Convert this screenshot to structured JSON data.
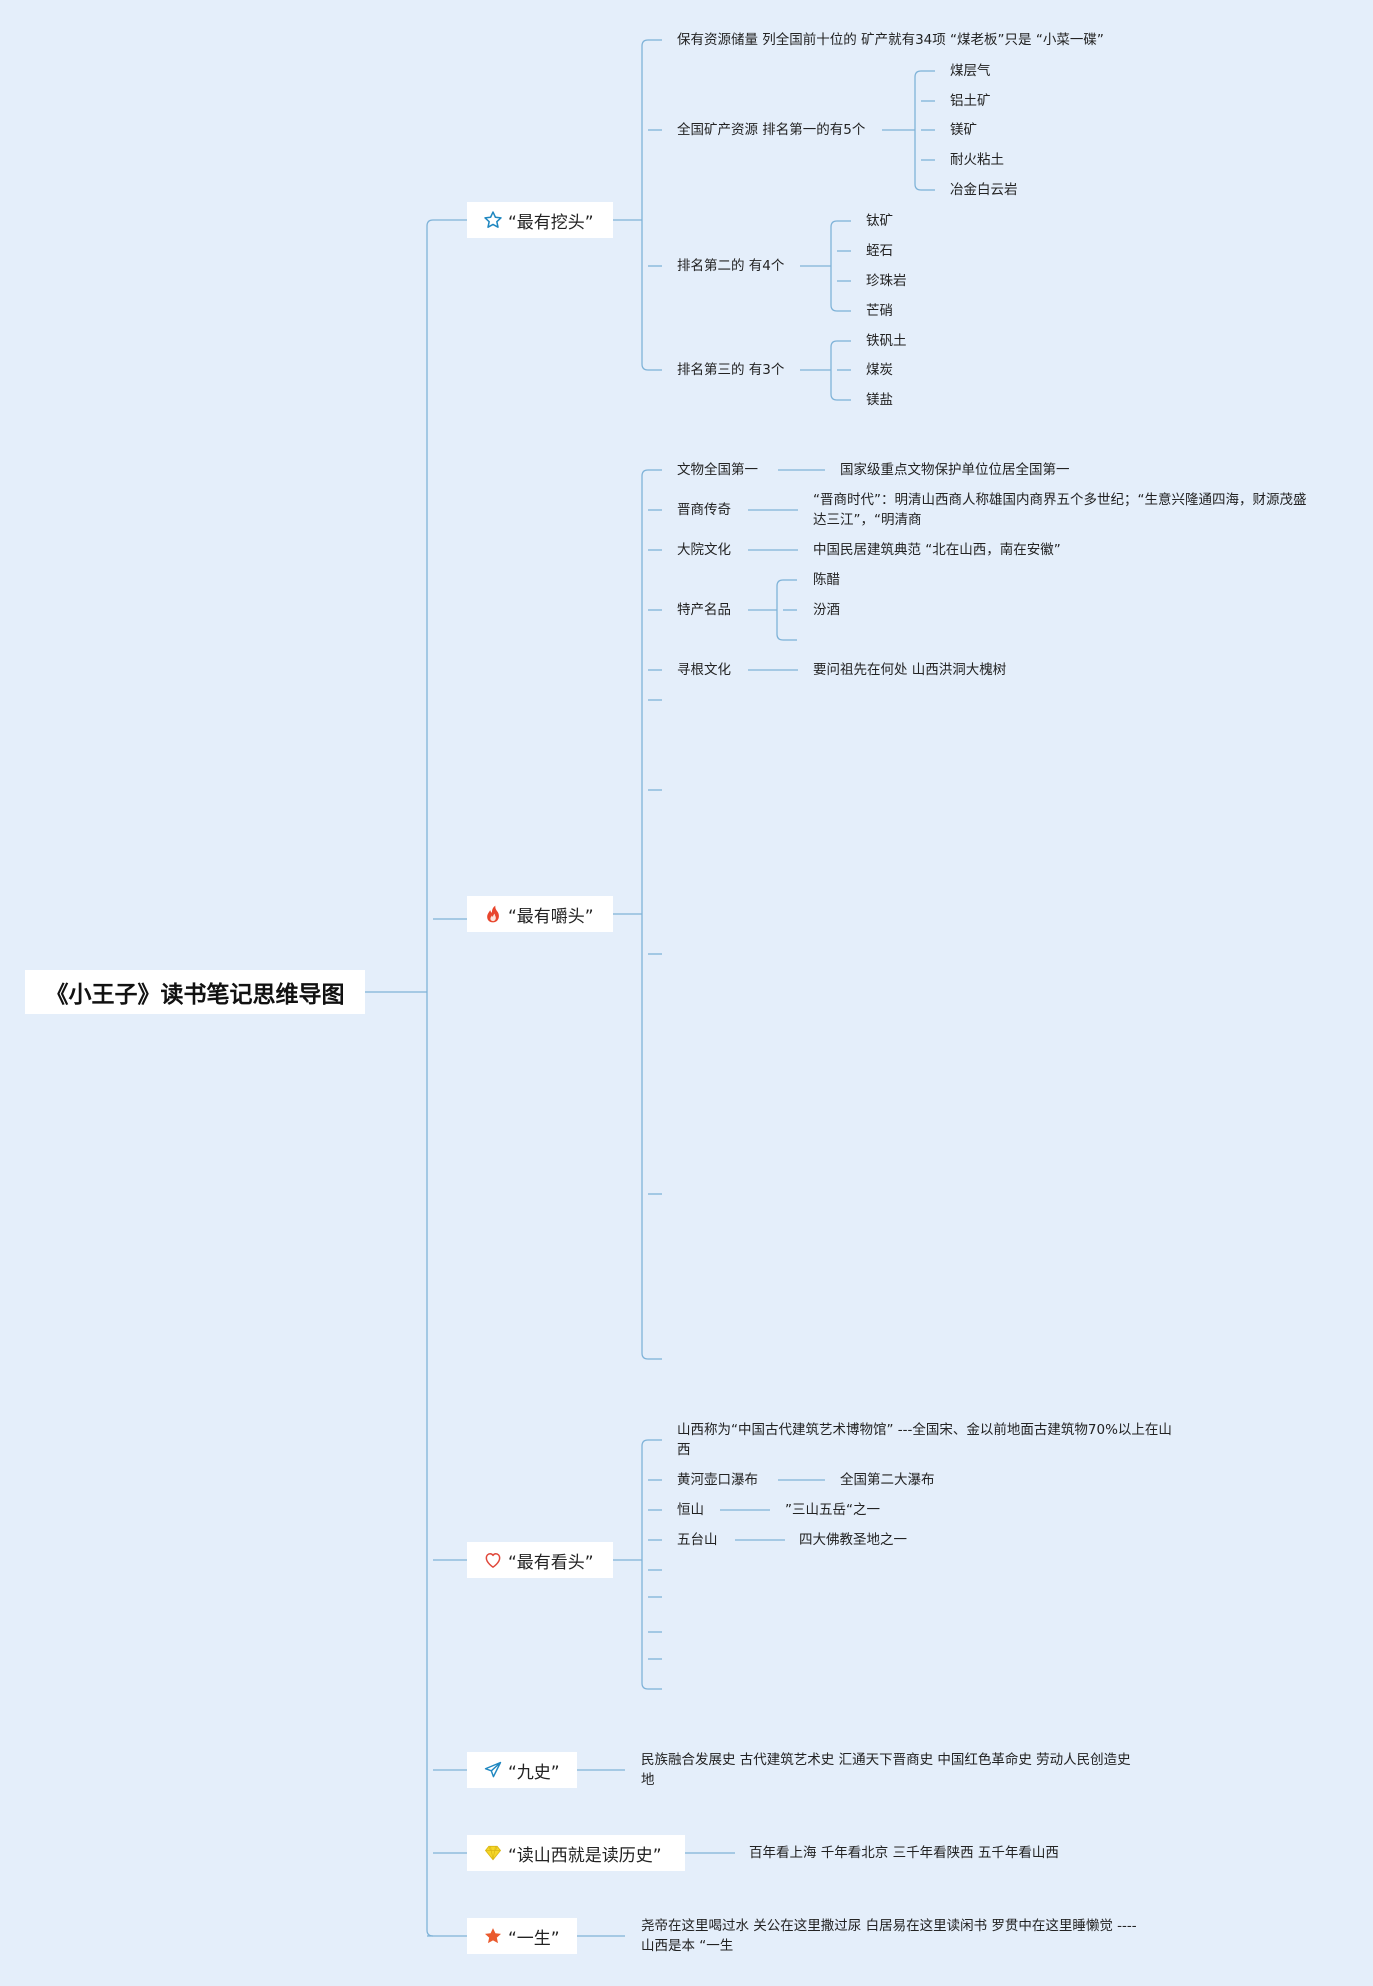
{
  "title": "《小王子》读书笔记思维导图",
  "colors": {
    "background": "#e4eefa",
    "line": "#7fb3d8"
  },
  "branches": {
    "b1": {
      "label": "“最有挖头”",
      "icon": "star-outline-icon",
      "items": {
        "a": "保有资源储量 列全国前十位的 矿产就有34项 “煤老板”只是 “小菜一碟”",
        "b": "全国矿产资源 排名第一的有5个",
        "b_children": [
          "煤层气",
          "铝土矿",
          "镁矿",
          "耐火粘土",
          "冶金白云岩"
        ],
        "c": "排名第二的 有4个",
        "c_children": [
          "钛矿",
          "蛭石",
          "珍珠岩",
          "芒硝"
        ],
        "d": "排名第三的 有3个",
        "d_children": [
          "铁矾土",
          "煤炭",
          "镁盐"
        ]
      }
    },
    "b2": {
      "label": "“最有嚼头”",
      "icon": "fire-icon",
      "items": {
        "a": "文物全国第一",
        "a_child": "国家级重点文物保护单位位居全国第一",
        "b": "晋商传奇",
        "b_child": "“晋商时代”：明清山西商人称雄国内商界五个多世纪；“生意兴隆通四海，财源茂盛达三江”，“明清商",
        "c": "大院文化",
        "c_child": "中国民居建筑典范 “北在山西，南在安徽”",
        "d": "特产名品",
        "d_children": [
          "陈醋",
          "汾酒"
        ],
        "e": "寻根文化",
        "e_child": "要问祖先在何处 山西洪洞大槐树"
      }
    },
    "b3": {
      "label": "“最有看头”",
      "icon": "heart-outline-icon",
      "items": {
        "a": "山西称为“中国古代建筑艺术博物馆” ---全国宋、金以前地面古建筑物70%以上在山西",
        "b": "黄河壶口瀑布",
        "b_child": "全国第二大瀑布",
        "c": "恒山",
        "c_child": "”三山五岳“之一",
        "d": "五台山",
        "d_child": "四大佛教圣地之一"
      }
    },
    "b4": {
      "label": "“九史”",
      "icon": "paper-plane-icon",
      "text": "民族融合发展史 古代建筑艺术史 汇通天下晋商史 中国红色革命史 劳动人民创造史 地"
    },
    "b5": {
      "label": "“读山西就是读历史”",
      "icon": "diamond-icon",
      "text": "百年看上海 千年看北京 三千年看陕西 五千年看山西"
    },
    "b6": {
      "label": "“一生”",
      "icon": "star-filled-icon",
      "text": "尧帝在这里喝过水 关公在这里撒过尿 白居易在这里读闲书 罗贯中在这里睡懒觉 ----山西是本 “一生"
    }
  }
}
